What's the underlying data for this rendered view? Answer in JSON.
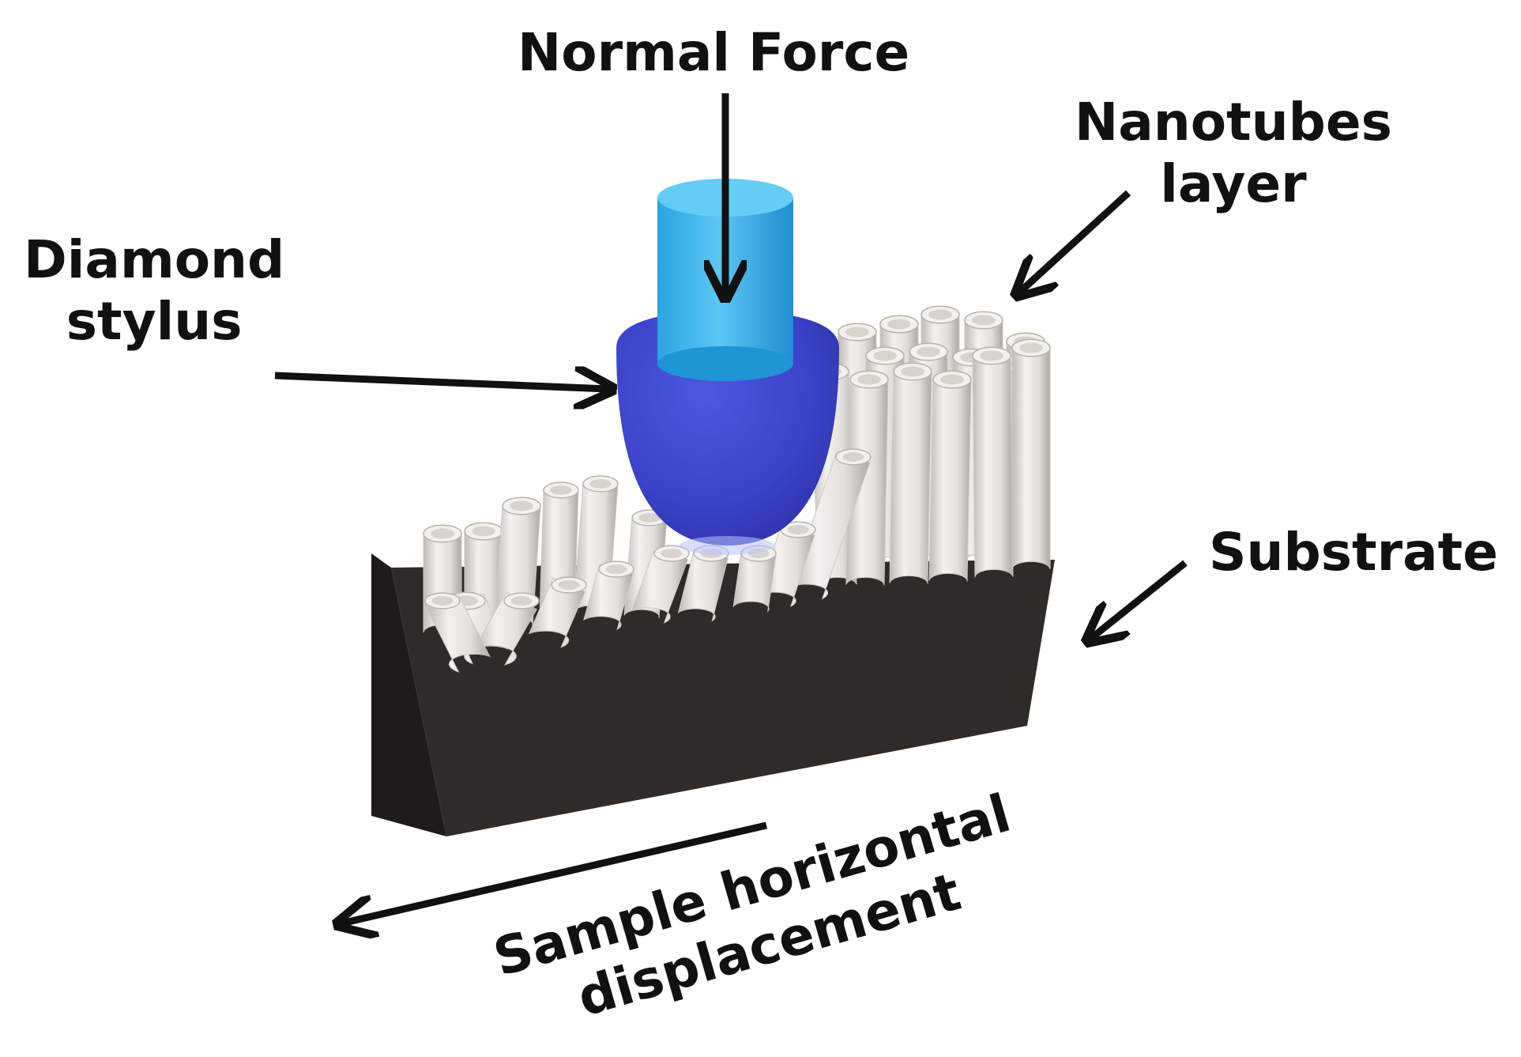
{
  "labels": {
    "normal_force": "Normal Force",
    "nanotubes_line1": "Nanotubes",
    "nanotubes_line2": "layer",
    "diamond_line1": "Diamond",
    "diamond_line2": "stylus",
    "substrate": "Substrate",
    "displacement_line1": "Sample horizontal",
    "displacement_line2": "displacement"
  },
  "colors": {
    "substrate": "#2e2b29",
    "nanotube": "#e9e6e2",
    "stylus_tip": "#3a43c9",
    "stylus_shank": "#2fb0ea",
    "arrow": "#111111",
    "text": "#111111"
  }
}
